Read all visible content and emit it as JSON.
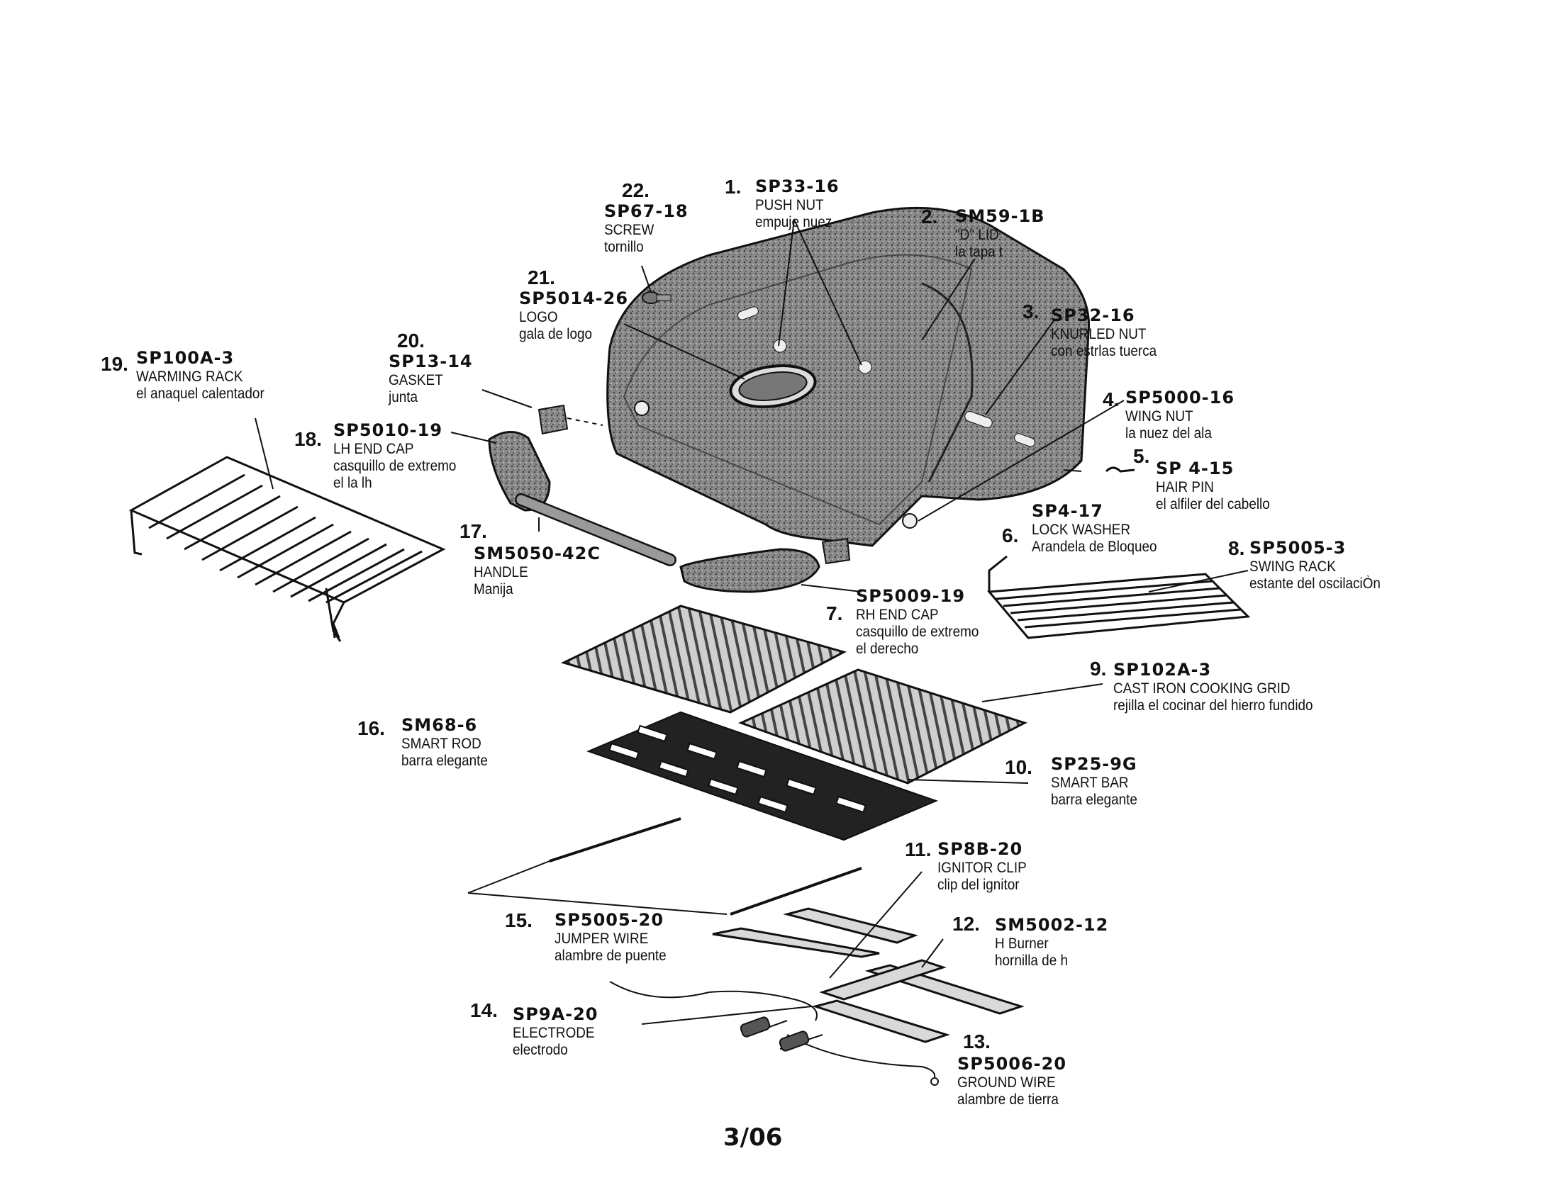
{
  "parts": [
    {
      "num": "1.",
      "code": "SP33-16",
      "en": "PUSH NUT",
      "es": "empuje nuez"
    },
    {
      "num": "2.",
      "code": "SM59-1B",
      "en": "\"D\" LID",
      "es": "la tapa t"
    },
    {
      "num": "3.",
      "code": "SP32-16",
      "en": "KNURLED NUT",
      "es": "con estrlas tuerca"
    },
    {
      "num": "4.",
      "code": "SP5000-16",
      "en": "WING NUT",
      "es": "la nuez del ala"
    },
    {
      "num": "5.",
      "code": "SP 4-15",
      "en": "HAIR PIN",
      "es": "el alfiler del cabello"
    },
    {
      "num": "6.",
      "code": "SP4-17",
      "en": "LOCK WASHER",
      "es": "Arandela de Bloqueo"
    },
    {
      "num": "7.",
      "code": "SP5009-19",
      "en": "RH END CAP",
      "es": "casquillo de extremo",
      "es2": "el derecho"
    },
    {
      "num": "8.",
      "code": "SP5005-3",
      "en": "SWING RACK",
      "es": "estante del oscilaciÒn"
    },
    {
      "num": "9.",
      "code": "SP102A-3",
      "en": "CAST IRON COOKING GRID",
      "es": "rejilla el cocinar del hierro fundido"
    },
    {
      "num": "10.",
      "code": "SP25-9G",
      "en": "SMART BAR",
      "es": "barra elegante"
    },
    {
      "num": "11.",
      "code": "SP8B-20",
      "en": "IGNITOR CLIP",
      "es": "clip del ignitor"
    },
    {
      "num": "12.",
      "code": "SM5002-12",
      "en": "H Burner",
      "es": "hornilla de h"
    },
    {
      "num": "13.",
      "code": "SP5006-20",
      "en": "GROUND WIRE",
      "es": "alambre de tierra"
    },
    {
      "num": "14.",
      "code": "SP9A-20",
      "en": "ELECTRODE",
      "es": "electrodo"
    },
    {
      "num": "15.",
      "code": "SP5005-20",
      "en": "JUMPER WIRE",
      "es": "alambre de puente"
    },
    {
      "num": "16.",
      "code": "SM68-6",
      "en": "SMART ROD",
      "es": "barra elegante"
    },
    {
      "num": "17.",
      "code": "SM5050-42C",
      "en": "HANDLE",
      "es": "Manija"
    },
    {
      "num": "18.",
      "code": "SP5010-19",
      "en": "LH END CAP",
      "es": "casquillo de extremo",
      "es2": "el la lh"
    },
    {
      "num": "19.",
      "code": "SP100A-3",
      "en": "WARMING RACK",
      "es": "el anaquel calentador"
    },
    {
      "num": "20.",
      "code": "SP13-14",
      "en": "GASKET",
      "es": "junta"
    },
    {
      "num": "21.",
      "code": "SP5014-26",
      "en": "LOGO",
      "es": "gala de logo"
    },
    {
      "num": "22.",
      "code": "SP67-18",
      "en": "SCREW",
      "es": "tornillo"
    }
  ],
  "page_number": "3/06"
}
